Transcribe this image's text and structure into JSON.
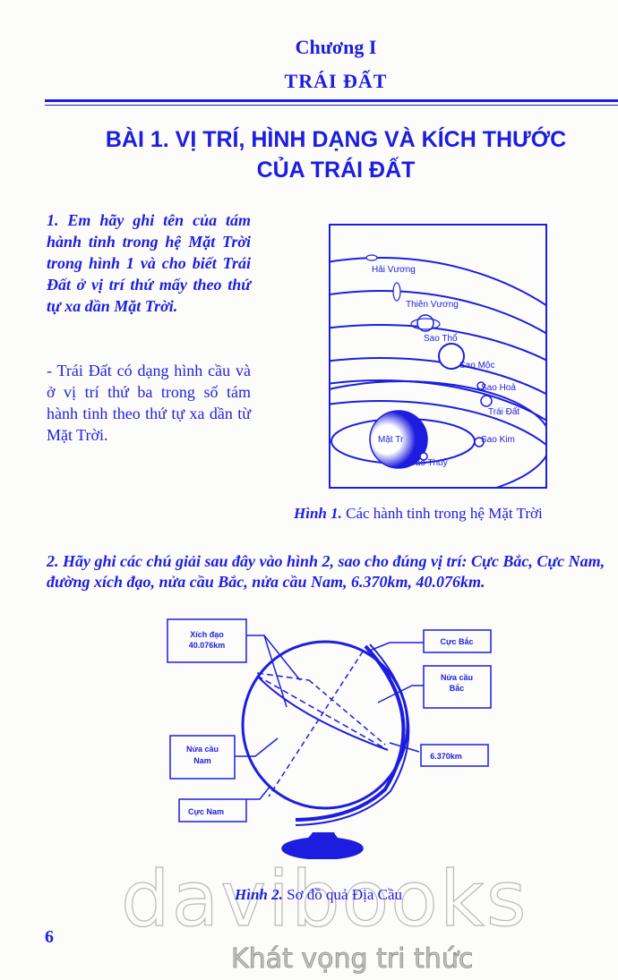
{
  "chapter": {
    "number": "Chương I",
    "title": "TRÁI ĐẤT"
  },
  "lesson": {
    "line1": "BÀI 1. VỊ TRÍ, HÌNH DẠNG VÀ KÍCH THƯỚC",
    "line2": "CỦA TRÁI ĐẤT"
  },
  "q1": {
    "question": "1. Em hãy ghi tên của tám hành tinh trong hệ Mặt Trời trong hình 1 và cho biết Trái Đất ở vị trí thứ mấy theo thứ tự xa dần Mặt Trời.",
    "answer": "- Trái Đất có dạng hình cầu và ở vị trí thứ ba trong số tám hành tinh theo thứ tự xa dần từ Mặt Trời."
  },
  "figure1": {
    "caption_label": "Hình 1.",
    "caption_text": "Các hành tinh trong hệ Mặt Trời",
    "labels": {
      "sun": "Mặt Tr",
      "mercury": "Sao Thuỷ",
      "venus": "Sao Kim",
      "earth": "Trái Đất",
      "mars": "Sao Hoả",
      "jupiter": "Sao Mộc",
      "saturn": "Sao Thổ",
      "uranus": "Thiên Vương",
      "neptune": "Hải Vương"
    }
  },
  "q2": {
    "question": "2. Hãy ghi các chú giải sau đây vào hình 2, sao cho đúng vị trí: Cực Bắc, Cực Nam, đường xích đạo, nửa cầu Bắc, nửa cầu Nam, 6.370km, 40.076km."
  },
  "figure2": {
    "caption_label": "Hình 2.",
    "caption_text": "Sơ đồ quả Địa Cầu",
    "labels": {
      "equator1": "Xích đạo",
      "equator2": "40.076km",
      "north_pole": "Cực Bắc",
      "north_hemi1": "Nửa cầu",
      "north_hemi2": "Bắc",
      "south_hemi1": "Nửa cầu",
      "south_hemi2": "Nam",
      "radius": "6.370km",
      "south_pole": "Cực Nam"
    }
  },
  "page_number": "6",
  "watermark": {
    "brand": "davibooks",
    "slogan": "Khát vọng tri thức"
  }
}
